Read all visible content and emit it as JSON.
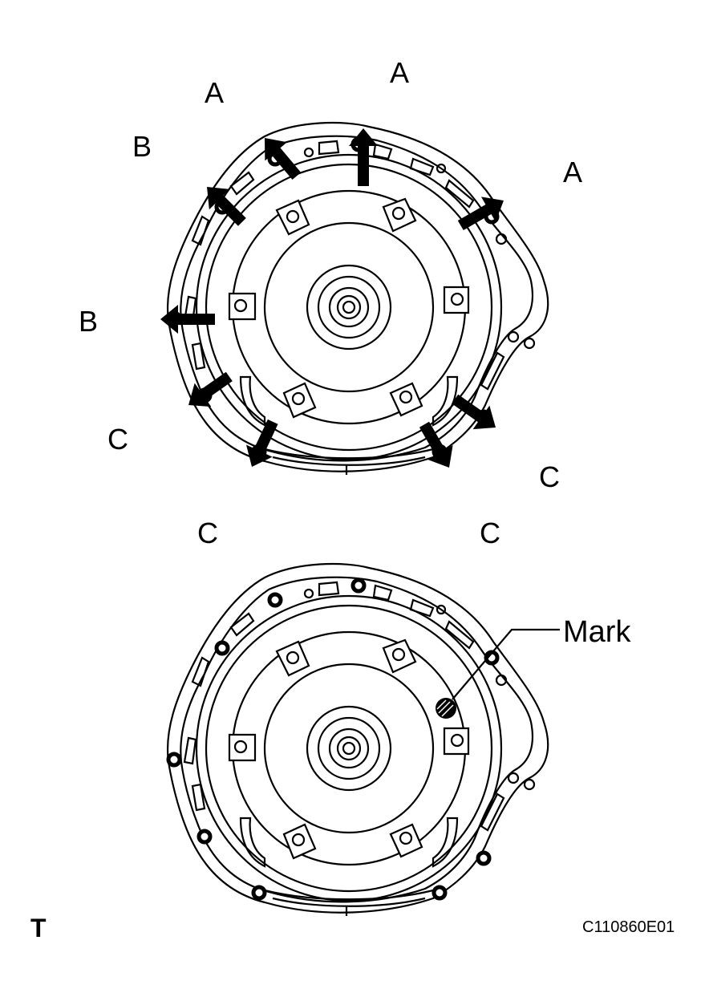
{
  "top_view": {
    "callouts": [
      {
        "letter": "A"
      },
      {
        "letter": "A"
      },
      {
        "letter": "A"
      },
      {
        "letter": "B"
      },
      {
        "letter": "B"
      },
      {
        "letter": "C"
      },
      {
        "letter": "C"
      },
      {
        "letter": "C"
      },
      {
        "letter": "C"
      }
    ]
  },
  "bottom_view": {
    "mark_label": "Mark"
  },
  "footer": {
    "corner_letter": "T",
    "figure_code": "C110860E01"
  }
}
